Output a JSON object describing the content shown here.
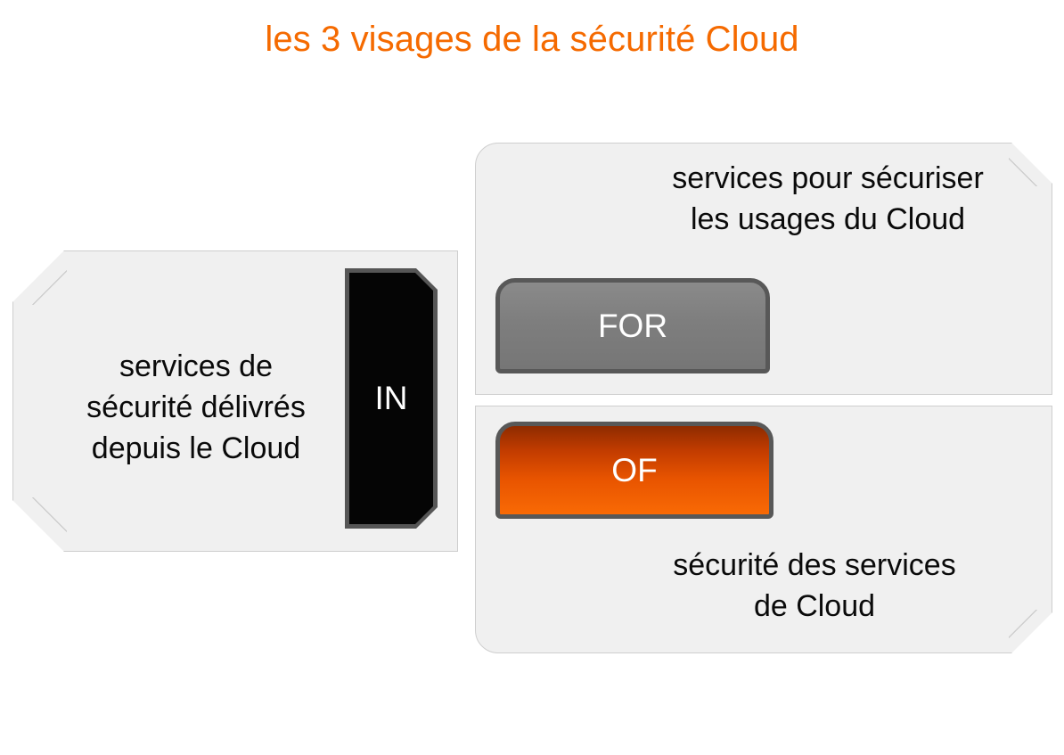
{
  "slide": {
    "title": "les 3 visages de la sécurité Cloud",
    "title_color": "#F56A00",
    "background_color": "#FFFFFF"
  },
  "panels": [
    {
      "id": "in",
      "caption": "services de sécurité délivrés depuis le Cloud",
      "caption_lines": [
        "services de",
        "sécurité délivrés",
        "depuis le Cloud"
      ],
      "badge_label": "IN",
      "badge_color": "#050505",
      "badge_text_color": "#FFFFFF",
      "badge_border_color": "#565656",
      "panel_fill": "#F0F0F0",
      "panel_border": "#CECECE"
    },
    {
      "id": "for",
      "caption": "services pour sécuriser les usages du Cloud",
      "caption_lines": [
        "services pour sécuriser",
        "les usages du Cloud"
      ],
      "badge_label": "FOR",
      "badge_color": "#7E7E7E",
      "badge_text_color": "#FFFFFF",
      "badge_border_color": "#585858",
      "panel_fill": "#F0F0F0",
      "panel_border": "#CECECE"
    },
    {
      "id": "of",
      "caption": "sécurité des services de Cloud",
      "caption_lines": [
        "sécurité des services",
        "de Cloud"
      ],
      "badge_label": "OF",
      "badge_color": "#E85400",
      "badge_gradient_top": "#8E2B00",
      "badge_gradient_bottom": "#F96A05",
      "badge_text_color": "#FFFFFF",
      "badge_border_color": "#585858",
      "panel_fill": "#F0F0F0",
      "panel_border": "#CECECE"
    }
  ],
  "captions": {
    "left_line1": "services de",
    "left_line2": "sécurité délivrés",
    "left_line3": "depuis le Cloud",
    "top_right_line1": "services pour sécuriser",
    "top_right_line2": "les usages du Cloud",
    "bottom_right_line1": "sécurité des services",
    "bottom_right_line2": "de Cloud"
  },
  "badges": {
    "in": "IN",
    "for": "FOR",
    "of": "OF"
  }
}
